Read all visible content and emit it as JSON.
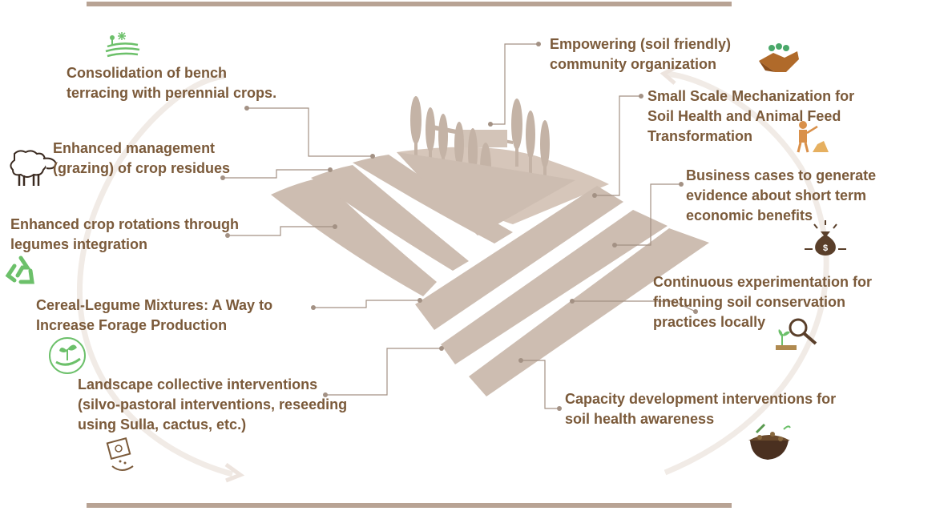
{
  "labels": {
    "bench_terracing": [
      "Consolidation of bench",
      "terracing with perennial crops."
    ],
    "crop_residues": [
      "Enhanced management",
      "(grazing) of crop residues"
    ],
    "crop_rotations": [
      "Enhanced crop rotations through",
      "legumes integration"
    ],
    "cereal_legume": [
      "Cereal-Legume Mixtures: A Way to",
      "Increase  Forage Production"
    ],
    "landscape": [
      "Landscape collective interventions",
      "(silvo-pastoral interventions, reseeding",
      "using Sulla, cactus, etc.)"
    ],
    "community": [
      "Empowering (soil friendly)",
      "community organization"
    ],
    "mechanization": [
      "Small Scale Mechanization for",
      "Soil Health and Animal Feed",
      "Transformation"
    ],
    "business_cases": [
      "Business cases to generate",
      "evidence about short term",
      "economic benefits"
    ],
    "experimentation": [
      "Continuous experimentation for",
      "finetuning soil conservation",
      "practices locally"
    ],
    "capacity": [
      "Capacity development interventions for",
      "soil health awareness"
    ]
  },
  "icons": {
    "bench_terracing": "terrace-field-icon",
    "crop_residues": "sheep-icon",
    "crop_rotations": "recycle-icon",
    "cereal_legume": "seedling-hand-icon",
    "landscape": "seed-packet-icon",
    "community": "handshake-icon",
    "mechanization": "farmer-machine-icon",
    "business_cases": "money-bag-icon",
    "experimentation": "magnifier-plant-icon",
    "capacity": "soil-bowl-icon"
  },
  "colors": {
    "text": "#7b5a3a",
    "field": "#cdbdb1",
    "tree": "#c4b3a6",
    "connector": "#a39184",
    "frame_bar": "#b8a394",
    "arc": "#f1ebe6",
    "icon_green": "#6cc06a",
    "icon_orange": "#d9904a"
  }
}
